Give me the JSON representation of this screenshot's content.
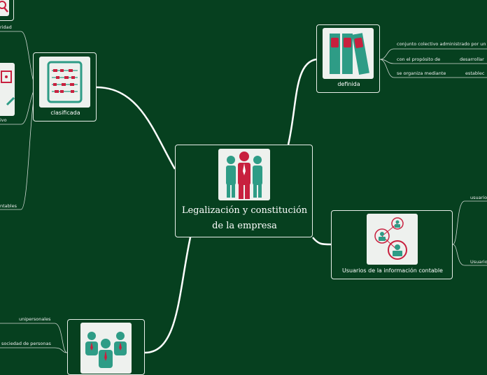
{
  "central": {
    "title_line1": "Legalización y constitución",
    "title_line2": "de la empresa",
    "icon": "business-people-icon"
  },
  "nodes": {
    "definida": {
      "label": "definida",
      "icon": "binders-icon"
    },
    "clasificada": {
      "label": "clasificada",
      "icon": "abacus-icon"
    },
    "usuarios": {
      "label": "Usuarios de la información contable",
      "icon": "network-users-icon"
    },
    "bottom": {
      "icon": "group-people-icon"
    }
  },
  "leaves": {
    "definida": [
      "conjunto colectivo administrado por un",
      "con el propósito de",
      "desarrollar",
      "se organiza mediante",
      "establec"
    ],
    "usuarios": [
      "usuario",
      "Usuario"
    ],
    "clasificada": [
      "ridad",
      "ivo",
      "ntables"
    ],
    "bottom": [
      "unipersonales",
      "sociedad de personas"
    ]
  },
  "colors": {
    "background": "#06401f",
    "teal": "#2e9c86",
    "red": "#c8203e",
    "line": "#ffffff"
  }
}
